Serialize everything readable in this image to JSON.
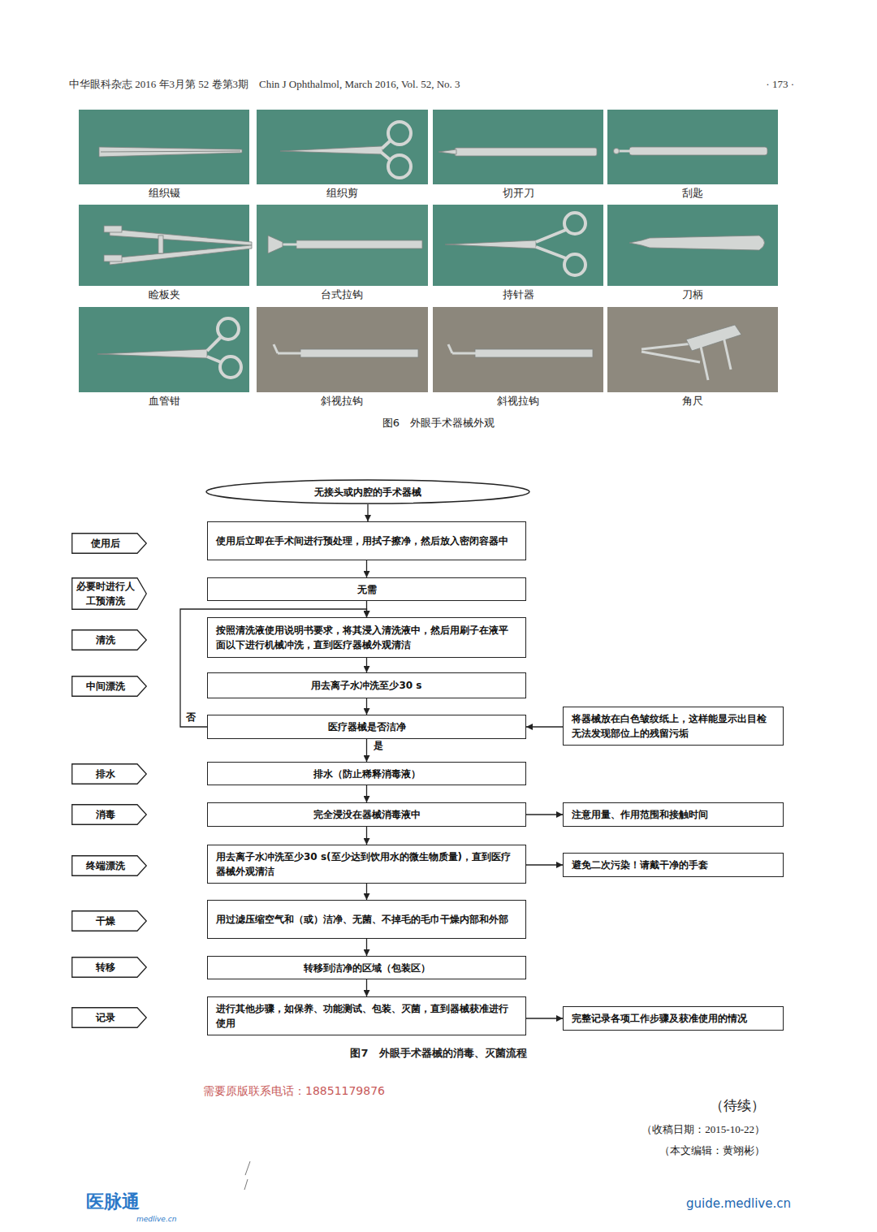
{
  "diagram": {
    "caption": "图7　外眼手术器械的消毒、灭菌流程",
    "nodes": [
      {
        "text": [
          "无接头或内腔的手术器械"
        ]
      },
      {
        "text": [
          "使用后"
        ]
      },
      {
        "text": [
          "使用后立即在手术间进行预处理，用拭子擦净，然后放入密闭容器中"
        ]
      },
      {
        "text": [
          "必要时进行人工预清洗"
        ]
      },
      {
        "text": [
          "无需"
        ]
      },
      {
        "text": [
          "清洗"
        ]
      },
      {
        "text": [
          "按照清洗液使用说明书要求，将其浸入清洗液中，然后用刷子在液平面以下进行机械冲洗，直到医疗器械外观清洁"
        ]
      },
      {
        "text": [
          "中间漂洗"
        ]
      },
      {
        "text": [
          "用去离子水冲洗至少30 s"
        ]
      },
      {
        "text": [
          "医疗器械是否洁净"
        ]
      },
      {
        "text": [
          "将器械放在白色皱纹纸上，这样能显示出目检无法发现部位上的残留污垢"
        ]
      },
      {
        "text": [
          "排水"
        ]
      },
      {
        "text": [
          "排水（防止稀释消毒液）"
        ]
      },
      {
        "text": [
          "消毒"
        ]
      },
      {
        "text": [
          "完全浸没在器械消毒液中"
        ]
      },
      {
        "text": [
          "注意用量、作用范围和接触时间"
        ]
      },
      {
        "text": [
          "终端漂洗"
        ]
      },
      {
        "text": [
          "用去离子水冲洗至少30 s(至少达到饮用水的微生物质量)，直到医疗器械外观清洁"
        ]
      },
      {
        "text": [
          "避免二次污染！请戴干净的手套"
        ]
      },
      {
        "text": [
          "干燥"
        ]
      },
      {
        "text": [
          "用过滤压缩空气和（或）洁净、无菌、不掉毛的毛巾干燥内部和外部"
        ]
      },
      {
        "text": [
          "转移"
        ]
      },
      {
        "text": [
          "转移到洁净的区域（包装区）"
        ]
      },
      {
        "text": [
          "记录"
        ]
      },
      {
        "text": [
          "进行其他步骤，如保养、功能测试、包装、灭菌，直到器械获准进行使用"
        ]
      },
      {
        "text": [
          "完整记录各项工作步骤及获准使用的情况"
        ]
      }
    ],
    "edges": [
      {
        "from": 0,
        "to": 2,
        "arrow": "to"
      },
      {
        "from": 2,
        "to": 4,
        "arrow": "to"
      },
      {
        "from": 4,
        "to": 6,
        "arrow": "to"
      },
      {
        "from": 6,
        "to": 8,
        "arrow": "to"
      },
      {
        "from": 8,
        "to": 9,
        "arrow": "to"
      },
      {
        "from": 9,
        "to": 6,
        "label": "否",
        "arrow": "to"
      },
      {
        "from": 9,
        "to": 12,
        "label": "是",
        "arrow": "to"
      },
      {
        "from": 12,
        "to": 14,
        "arrow": "to"
      },
      {
        "from": 14,
        "to": 17,
        "arrow": "to"
      },
      {
        "from": 17,
        "to": 20,
        "arrow": "to"
      },
      {
        "from": 20,
        "to": 22,
        "arrow": "to"
      },
      {
        "from": 22,
        "to": 24,
        "arrow": "to"
      },
      {
        "from": 10,
        "to": 9,
        "arrow": "to"
      },
      {
        "from": 14,
        "to": 15,
        "arrow": "to"
      },
      {
        "from": 17,
        "to": 18,
        "arrow": "to"
      },
      {
        "from": 24,
        "to": 25,
        "arrow": "to"
      }
    ],
    "labels": [
      "中华眼科杂志 2016 年3月第 52 卷第3期　Chin J Ophthalmol, March 2016, Vol. 52, No. 3",
      "· 173 ·",
      "组织镊",
      "组织剪",
      "切开刀",
      "刮匙",
      "睑板夹",
      "台式拉钩",
      "持针器",
      "刀柄",
      "血管钳",
      "斜视拉钩",
      "斜视拉钩",
      "角尺",
      "图6　外眼手术器械外观",
      "需要原版联系电话：18851179876",
      "（待续）",
      "（收稿日期：2015-10-22）",
      "（本文编辑：黄翊彬）",
      "医脉通",
      "medlive.cn",
      "guide.medlive.cn"
    ]
  }
}
